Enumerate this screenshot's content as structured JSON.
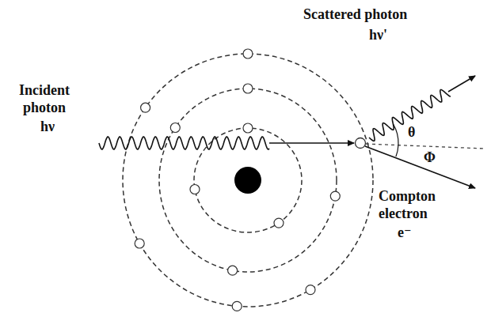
{
  "diagram": {
    "labels": [
      "Incident photon",
      "hν",
      "Scattered photon",
      "hν'",
      "θ",
      "Φ",
      "Compton electron",
      "e⁻"
    ]
  }
}
